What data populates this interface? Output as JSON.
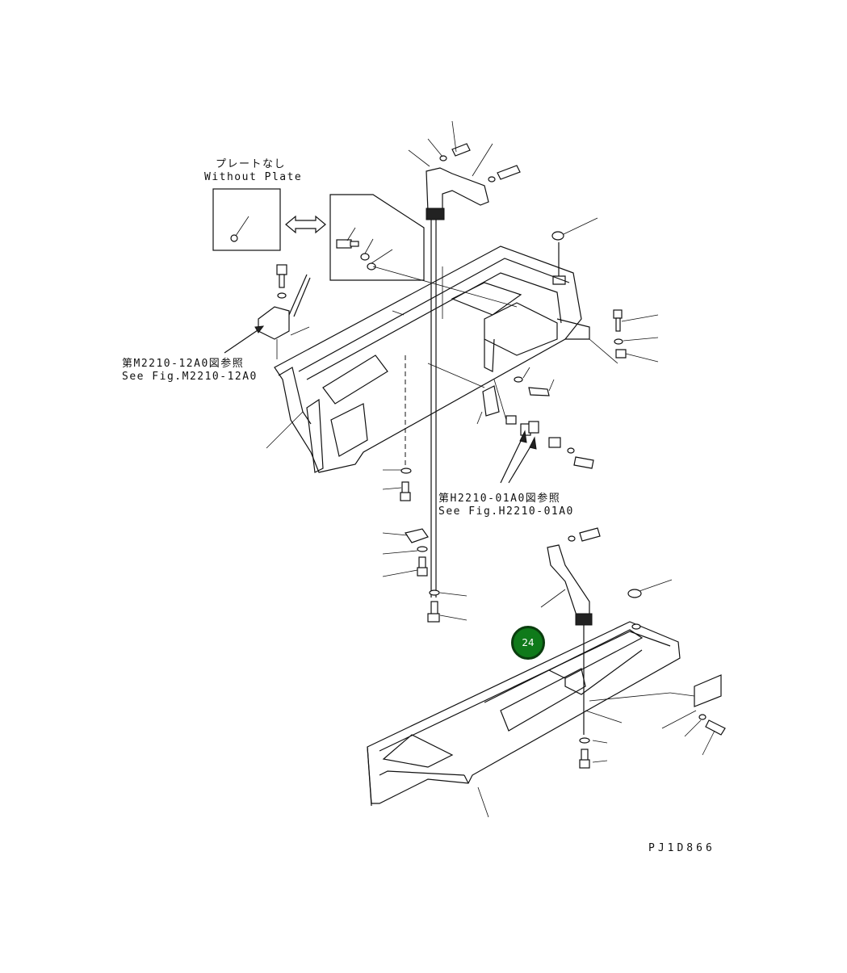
{
  "diagram": {
    "plate_note": {
      "jp": "プレートなし",
      "en": "Without Plate"
    },
    "reference_upper": {
      "jp": "第M2210-12A0図参照",
      "en": "See Fig.M2210-12A0"
    },
    "reference_lower": {
      "jp": "第H2210-01A0図参照",
      "en": "See Fig.H2210-01A0"
    },
    "drawing_code": "PJ1D866",
    "callout": {
      "number": "24",
      "color": "#0f7a1a"
    }
  }
}
